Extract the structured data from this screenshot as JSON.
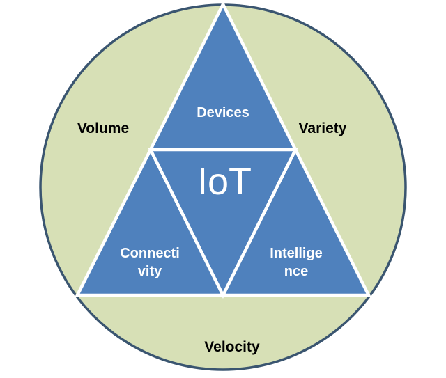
{
  "title": "IoT three Vs triangle diagram",
  "colors": {
    "background": "#ffffff",
    "circle_fill": "#d7e0b6",
    "circle_stroke": "#3a5570",
    "triangle_fill": "#4f81bd",
    "divider": "#ffffff",
    "outer_label_text": "#000000",
    "inner_label_text": "#ffffff"
  },
  "circle_labels": {
    "left": "Volume",
    "right": "Variety",
    "bottom": "Velocity"
  },
  "triangle_labels": {
    "top": "Devices",
    "left_line1": "Connecti",
    "left_line2": "vity",
    "right_line1": "Intellige",
    "right_line2": "nce",
    "center": "IoT"
  }
}
